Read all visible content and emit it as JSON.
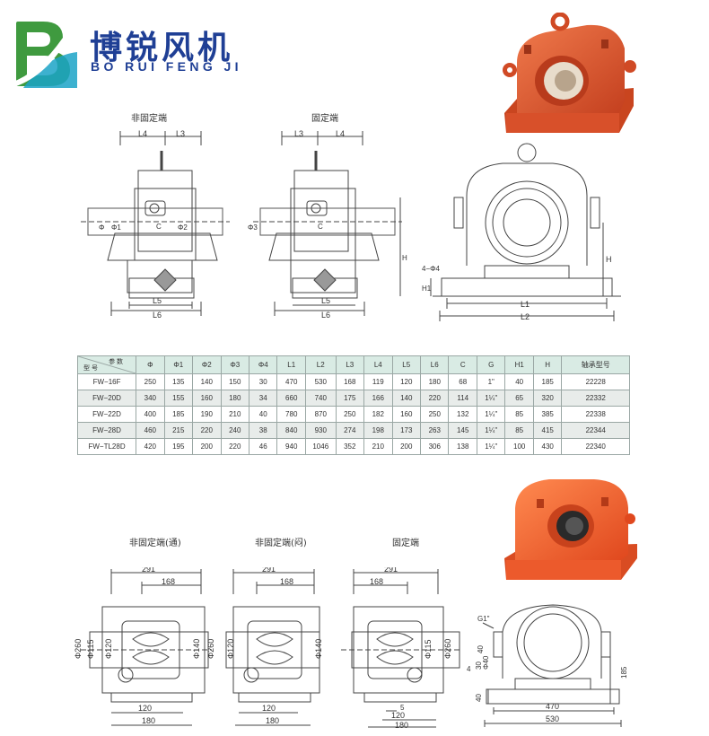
{
  "brand": {
    "name_cn": "博锐风机",
    "name_en": "BO RUI FENG JI"
  },
  "colors": {
    "brand_blue": "#1f3f95",
    "logo_green": "#3f9a3f",
    "logo_teal": "#1ba3c7",
    "housing_red": "#e0542f",
    "table_header": "#d9ebe4"
  },
  "top_drawings": {
    "view_left_caption": "非固定端",
    "view_middle_caption": "固定端",
    "labels": {
      "L3": "L3",
      "L4": "L4",
      "L5": "L5",
      "L6": "L6",
      "C": "C",
      "phi": "Φ",
      "phi1": "Φ1",
      "phi2": "Φ2",
      "phi3": "Φ3",
      "phi4": "4−Φ4",
      "H": "H",
      "H1": "H1",
      "L1": "L1",
      "L2": "L2"
    }
  },
  "table": {
    "header_param": "参 数",
    "header_model": "型 号",
    "columns": [
      "Φ",
      "Φ1",
      "Φ2",
      "Φ3",
      "Φ4",
      "L1",
      "L2",
      "L3",
      "L4",
      "L5",
      "L6",
      "C",
      "G",
      "H1",
      "H",
      "轴承型号"
    ],
    "rows": [
      {
        "model": "FW−16F",
        "cells": [
          "250",
          "135",
          "140",
          "150",
          "30",
          "470",
          "530",
          "168",
          "119",
          "120",
          "180",
          "68",
          "1\"",
          "40",
          "185",
          "22228"
        ]
      },
      {
        "model": "FW−20D",
        "cells": [
          "340",
          "155",
          "160",
          "180",
          "34",
          "660",
          "740",
          "175",
          "166",
          "140",
          "220",
          "114",
          "1¼\"",
          "65",
          "320",
          "22332"
        ]
      },
      {
        "model": "FW−22D",
        "cells": [
          "400",
          "185",
          "190",
          "210",
          "40",
          "780",
          "870",
          "250",
          "182",
          "160",
          "250",
          "132",
          "1¼\"",
          "85",
          "385",
          "22338"
        ]
      },
      {
        "model": "FW−28D",
        "cells": [
          "460",
          "215",
          "220",
          "240",
          "38",
          "840",
          "930",
          "274",
          "198",
          "173",
          "263",
          "145",
          "1¼\"",
          "85",
          "415",
          "22344"
        ]
      },
      {
        "model": "FW−TL28D",
        "cells": [
          "420",
          "195",
          "200",
          "220",
          "46",
          "940",
          "1046",
          "352",
          "210",
          "200",
          "306",
          "138",
          "1¼\"",
          "100",
          "430",
          "22340"
        ]
      }
    ]
  },
  "bottom_drawings": {
    "caption_1": "非固定端(通)",
    "caption_2": "非固定端(闷)",
    "caption_3": "固定端",
    "dim_291": "291",
    "dim_168": "168",
    "dim_260": "Φ260",
    "dim_115": "Φ115",
    "dim_120d": "Φ120",
    "dim_140": "Φ140",
    "dim_120": "120",
    "dim_180": "180",
    "dim_5": "5",
    "g1": "G1\"",
    "dim_40": "40",
    "dim_30": "30",
    "dim_phi40": "Φ40",
    "dim_4": "4",
    "dim_185": "185",
    "dim_470": "470",
    "dim_530": "530"
  }
}
